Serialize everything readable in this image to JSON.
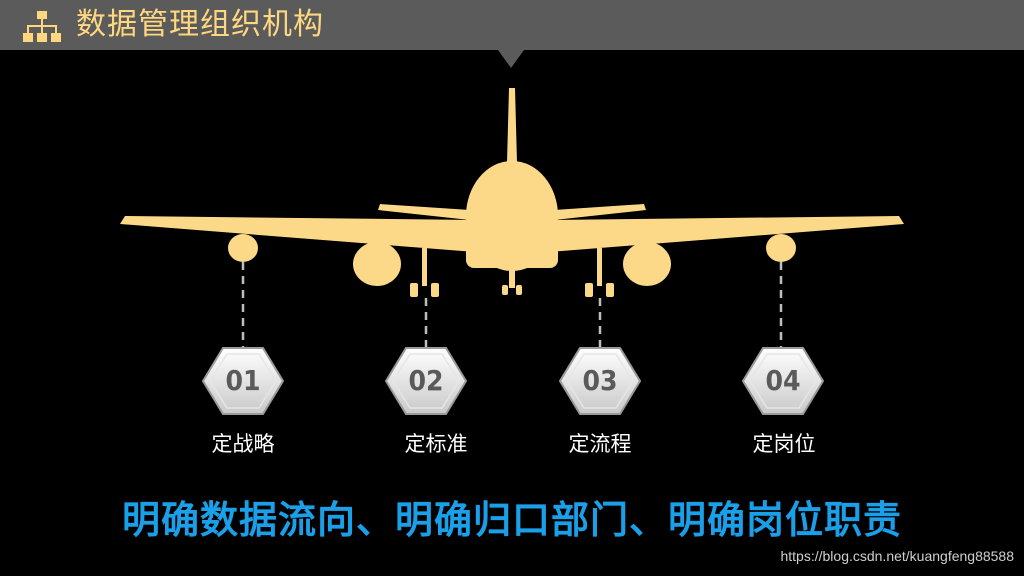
{
  "header": {
    "title": "数据管理组织机构",
    "icon": "org-chart-icon",
    "bar_color": "#5b5b5b",
    "title_color": "#ffd780"
  },
  "airplane": {
    "icon": "airplane-icon",
    "color": "#fbd989"
  },
  "steps": [
    {
      "number": "01",
      "label": "定战略"
    },
    {
      "number": "02",
      "label": "定标准"
    },
    {
      "number": "03",
      "label": "定流程"
    },
    {
      "number": "04",
      "label": "定岗位"
    }
  ],
  "summary": {
    "text": "明确数据流向、明确归口部门、明确岗位职责",
    "color": "#1aa0e8"
  },
  "watermark": {
    "text": "https://blog.csdn.net/kuangfeng88588"
  }
}
